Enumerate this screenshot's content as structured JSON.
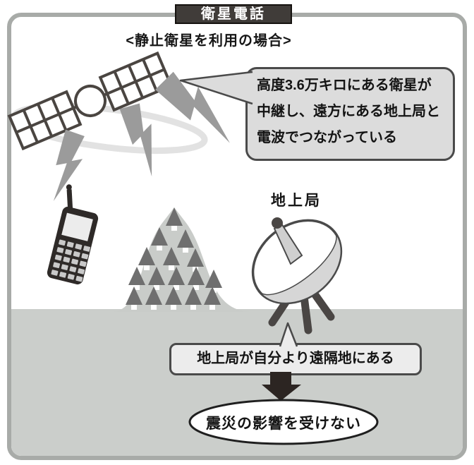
{
  "title": "衛星電話",
  "subtitle": "<静止衛星を利用の場合>",
  "speech_bubble": {
    "lines": [
      "高度3.6万キロにある衛星が",
      "中継し、遠方にある地上局と",
      "電波でつながっている"
    ]
  },
  "labels": {
    "ground_station": "地上局"
  },
  "callout": {
    "text": "地上局が自分より遠隔地にある"
  },
  "conclusion": {
    "text": "震災の影響を受けない"
  },
  "icons": [
    "satellite-icon",
    "orbit-icon",
    "lightning-bolt-icon",
    "mobile-phone-icon",
    "mountain-icon",
    "satellite-dish-icon",
    "down-arrow-icon"
  ],
  "colors": {
    "frame_border": "#a8aba8",
    "ground": "#cbcecb",
    "title_bg": "#403c39",
    "title_text": "#ffffff",
    "bubble_bg": "#dcdcdc",
    "callout_bg": "#ececec",
    "outline": "#4a4a4a",
    "lightning": "#9b9b9b",
    "orbit": "#e2e2e2",
    "tree": "#6f6f6f",
    "arrow": "#2c2522"
  }
}
